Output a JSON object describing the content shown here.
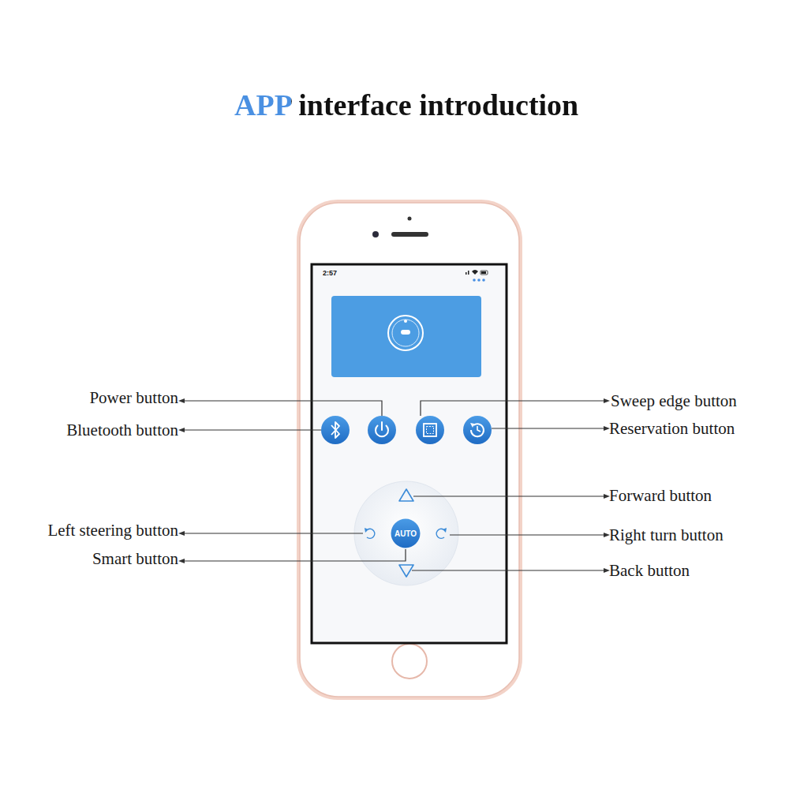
{
  "diagram": {
    "title": "APP interface introduction",
    "nodes": [
      {
        "text": [
          "AUTO"
        ]
      }
    ],
    "labels": [
      "2:57",
      "Power button",
      "Bluetooth button",
      "Sweep edge button",
      "Reservation button",
      "Forward button",
      "Left steering button",
      "Right turn button",
      "Smart button",
      "Back button"
    ]
  }
}
